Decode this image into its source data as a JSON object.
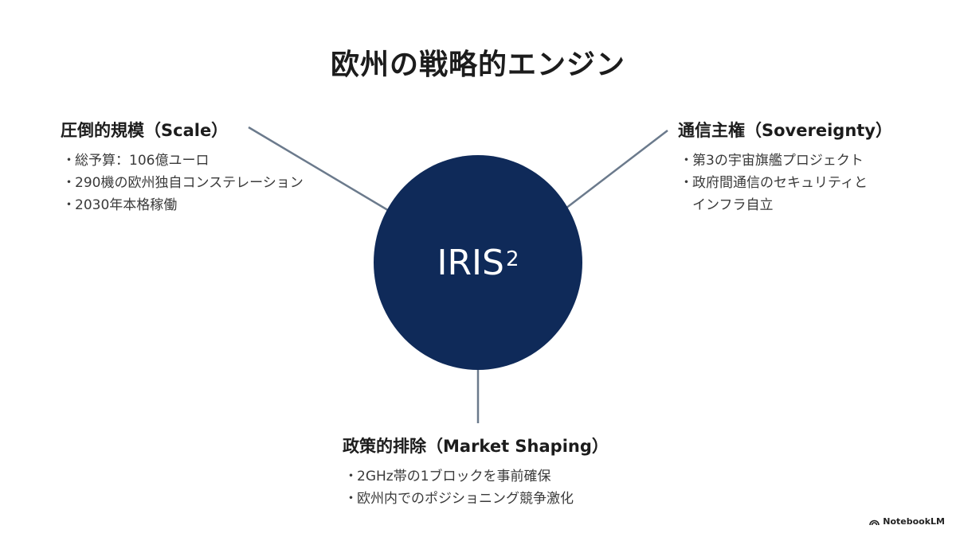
{
  "title": "欧州の戦略的エンジン",
  "hub": {
    "label": "IRIS",
    "superscript": "2"
  },
  "nodes": {
    "scale": {
      "heading": "圧倒的規模（Scale）",
      "items": [
        "総予算：106億ユーロ",
        "290機の欧州独自コンステレーション",
        "2030年本格稼働"
      ]
    },
    "sovereignty": {
      "heading": "通信主権（Sovereignty）",
      "items": [
        "第3の宇宙旗艦プロジェクト",
        "政府間通信のセキュリティと",
        "インフラ自立"
      ]
    },
    "market": {
      "heading": "政策的排除（Market Shaping）",
      "items": [
        "2GHz帯の1ブロックを事前確保",
        "欧州内でのポジショニング競争激化"
      ]
    }
  },
  "bullet": "・",
  "brand": {
    "label": "NotebookLM"
  },
  "colors": {
    "hub": "#0f2a59",
    "connector": "#6b7a8c"
  }
}
